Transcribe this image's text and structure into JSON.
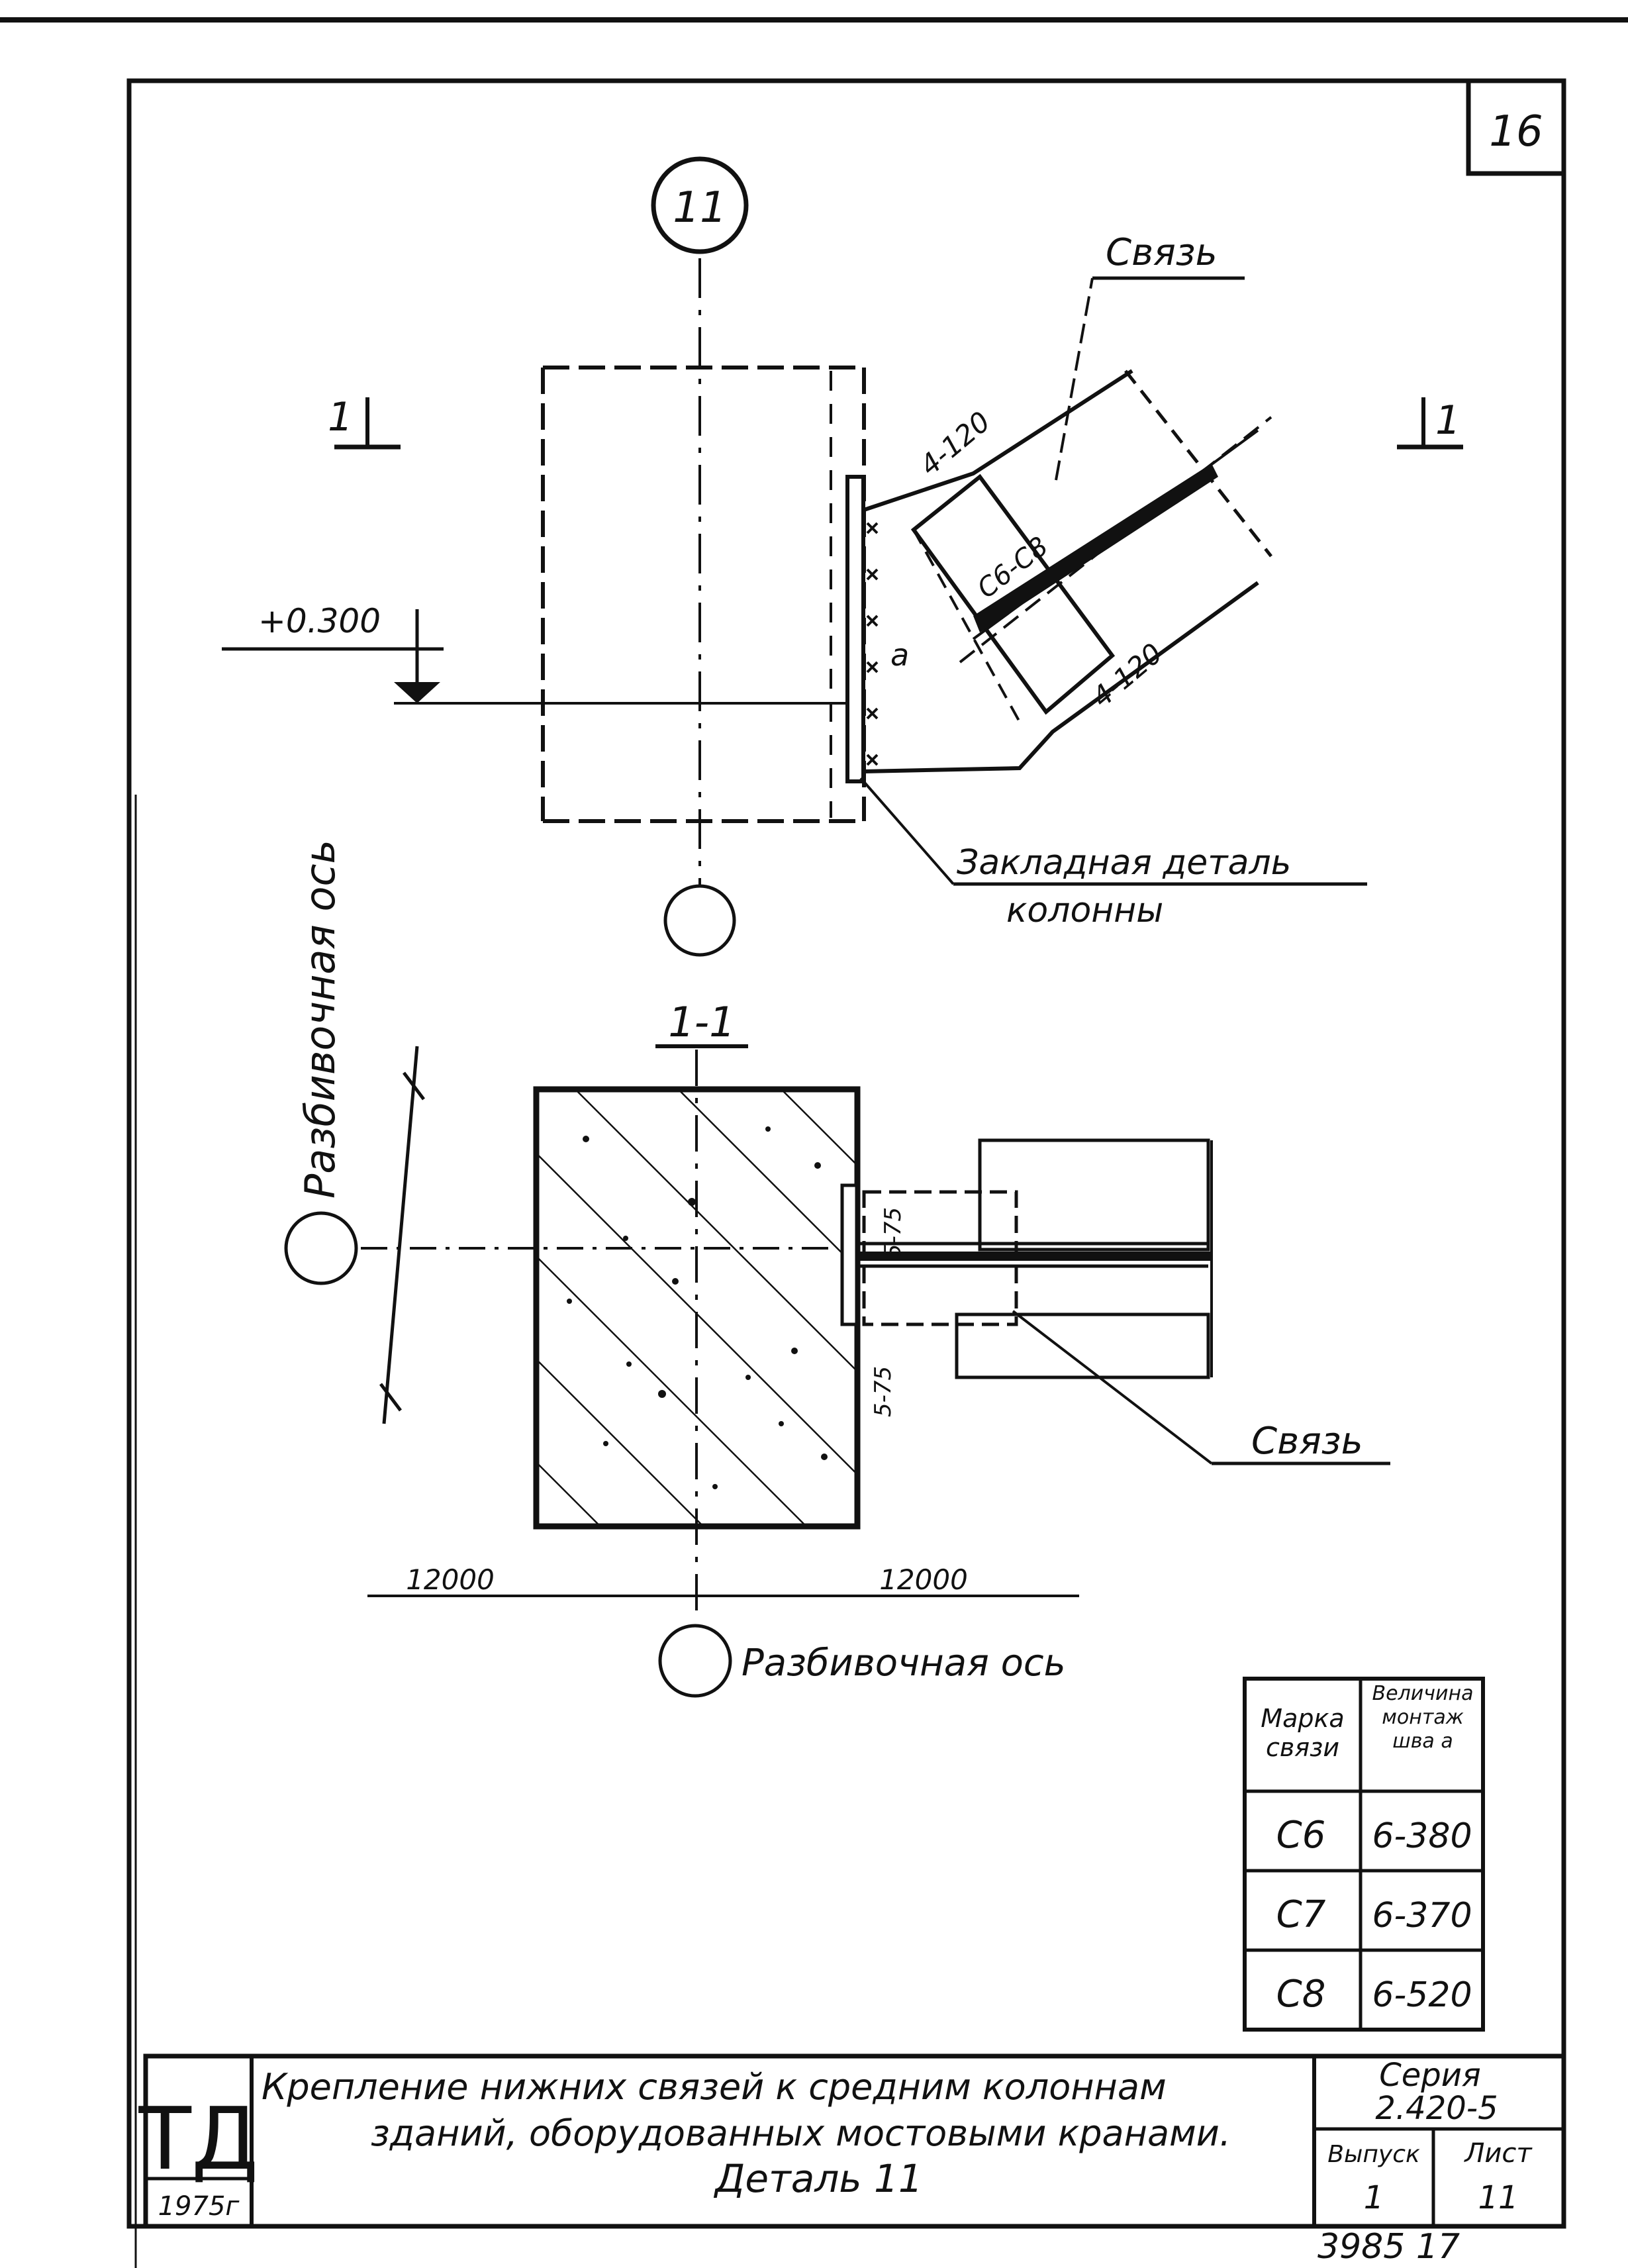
{
  "sheet": {
    "sheet_number": "16",
    "axis_marker_top": "11"
  },
  "detail": {
    "svyaz_label_top": "Связь",
    "section_mark_left": "1",
    "section_mark_right": "1",
    "elevation": "+0.300",
    "bolt_top": "4-120",
    "bolt_bottom": "4-120",
    "brace_mark": "C6-C8",
    "weld_a": "a",
    "embedded_part_line1": "Закладная деталь",
    "embedded_part_line2": "колонны",
    "vertical_axis_label": "Разбивочная ось"
  },
  "section": {
    "title": "1-1",
    "weld_top": "5-75",
    "weld_bottom": "5-75",
    "svyaz_label": "Связь",
    "dim_left": "12000",
    "dim_right": "12000",
    "bottom_axis_label": "Разбивочная ось"
  },
  "table": {
    "header_col1": "Марка связи",
    "header_col2": "Величина монтаж шва a",
    "rows": [
      {
        "mark": "C6",
        "value": "6-380"
      },
      {
        "mark": "C7",
        "value": "6-370"
      },
      {
        "mark": "C8",
        "value": "6-520"
      }
    ]
  },
  "title_block": {
    "logo": "ТД",
    "year": "1975г",
    "title_line1": "Крепление нижних связей к средним колоннам",
    "title_line2": "зданий, оборудованных мостовыми кранами.",
    "title_line3": "Деталь 11",
    "series_label": "Серия",
    "series_value": "2.420-5",
    "issue_label": "Выпуск",
    "issue_value": "1",
    "sheet_label": "Лист",
    "sheet_value": "11"
  },
  "footer": {
    "stamp": "3985 17"
  }
}
